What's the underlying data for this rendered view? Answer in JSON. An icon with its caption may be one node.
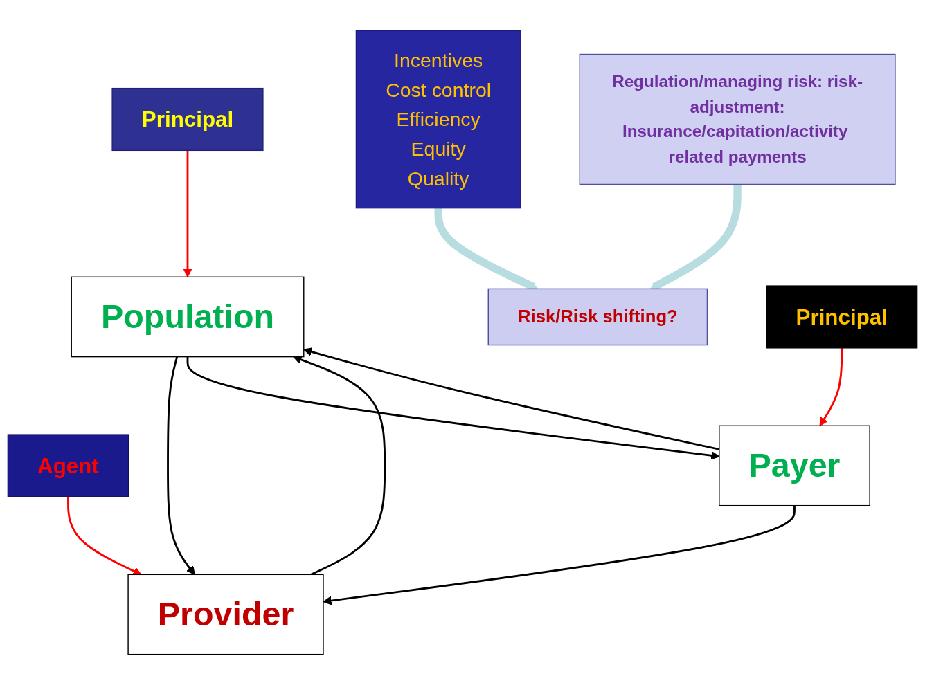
{
  "diagram": {
    "nodes": [
      {
        "text": [
          "Principal"
        ]
      },
      {
        "text": [
          "Agent"
        ]
      },
      {
        "text": [
          "Population"
        ]
      },
      {
        "text": [
          "Provider"
        ]
      },
      {
        "text": [
          "Incentives",
          "Cost control",
          "Efficiency",
          "Equity",
          "Quality"
        ]
      },
      {
        "text": [
          "Risk/Risk shifting?"
        ]
      },
      {
        "text": [
          "Payer"
        ]
      },
      {
        "text": [
          "Regulation/managing risk: risk-adjustment:",
          "Insurance/capitation/activity related payments"
        ]
      },
      {
        "text": [
          "Principal"
        ]
      }
    ],
    "edges": [
      {
        "from": 0,
        "to": 2,
        "arrow": "to",
        "color": "#ff0000"
      },
      {
        "from": 1,
        "to": 3,
        "arrow": "to",
        "color": "#ff0000"
      },
      {
        "from": 2,
        "to": 3,
        "arrow": "to"
      },
      {
        "from": 3,
        "to": 2,
        "arrow": "to"
      },
      {
        "from": 2,
        "to": 6,
        "arrow": "to"
      },
      {
        "from": 6,
        "to": 2,
        "arrow": "to"
      },
      {
        "from": 6,
        "to": 3,
        "arrow": "to"
      },
      {
        "from": 4,
        "to": 5,
        "arrow": "to",
        "style": "thick",
        "color": "#b7dde0"
      },
      {
        "from": 7,
        "to": 5,
        "arrow": "to",
        "style": "thick",
        "color": "#b7dde0"
      },
      {
        "from": 8,
        "to": 6,
        "arrow": "to",
        "color": "#ff0000"
      }
    ]
  }
}
